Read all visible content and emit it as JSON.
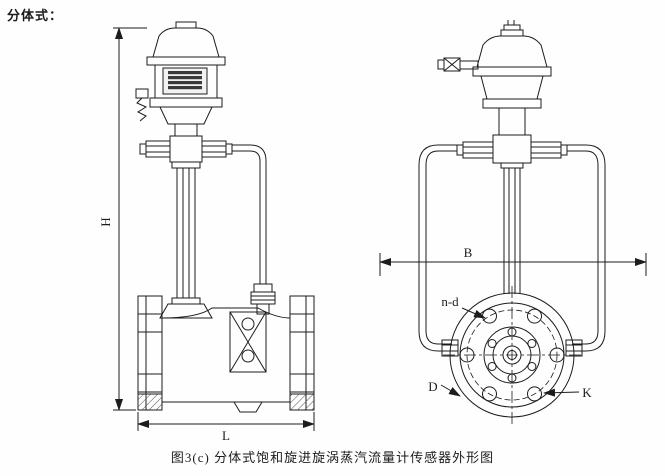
{
  "page": {
    "split_type_label": "分体式：",
    "caption": "图3(c) 分体式饱和旋进旋涡蒸汽流量计传感器外形图"
  },
  "dimension_labels": {
    "height": "H",
    "length": "L",
    "width": "B",
    "bolt_holes": "n-d",
    "outer_diameter": "D",
    "bolt_circle": "K"
  },
  "colors": {
    "line": "#1c1c1c",
    "background": "#fefefe",
    "hatch": "#555555",
    "indicator_stripes": "#3a3a3a"
  }
}
